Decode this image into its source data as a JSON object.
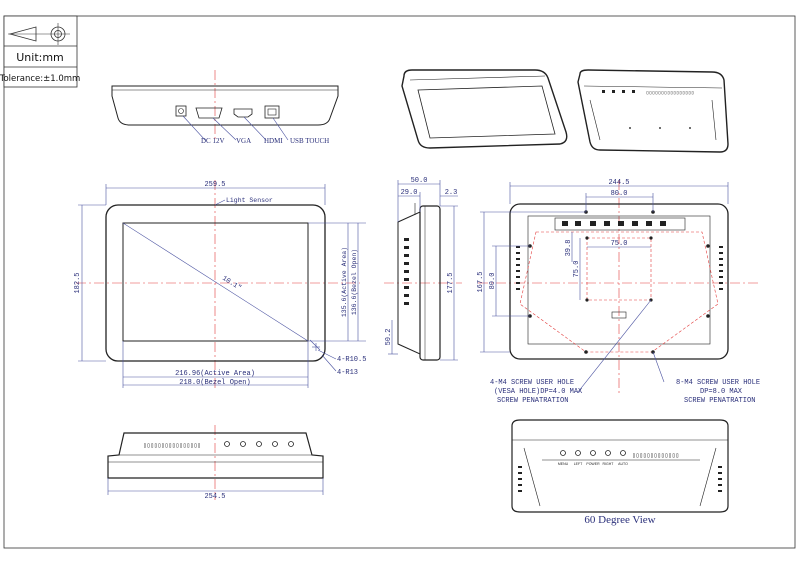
{
  "title_block": {
    "unit": "Unit:mm",
    "tolerance": "Tolerance:±1.0mm"
  },
  "connector_labels": [
    "DC 12V",
    "VGA",
    "HDMI",
    "USB TOUCH"
  ],
  "front_view": {
    "light_sensor": "Light Sensor",
    "diagonal": "10.1\"",
    "width": "259.5",
    "height": "182.5",
    "active_width": "216.96(Active Area)",
    "bezel_width": "218.0(Bezel Open)",
    "active_height": "135.6(Active Area)",
    "bezel_height": "136.6(Bezel Open)",
    "radius_inner": "4-R10.5",
    "radius_outer": "4-R13"
  },
  "side_view": {
    "depth": "50.0",
    "depth2": "29.0",
    "thickness": "2.3",
    "height": "177.5",
    "offset": "50.2"
  },
  "rear_view": {
    "width": "244.5",
    "hole_span": "80.0",
    "vesa_w": "75.0",
    "vesa_h": "75.0",
    "vesa_off": "39.8",
    "height": "167.5",
    "hole_h": "80.0"
  },
  "notes": {
    "vesa_line1": "4-M4 SCREW USER HOLE",
    "vesa_line2": "(VESA HOLE)DP=4.0 MAX",
    "vesa_line3": "SCREW PENATRATION",
    "user_line1": "8-M4  SCREW USER HOLE",
    "user_line2": "DP=8.0 MAX",
    "user_line3": "SCREW PENATRATION"
  },
  "bottom_view": {
    "width": "254.5"
  },
  "button_labels": [
    "MENU",
    "LEFT",
    "POWER",
    "RIGHT",
    "AUTO"
  ],
  "angle_view_caption": "60 Degree View"
}
